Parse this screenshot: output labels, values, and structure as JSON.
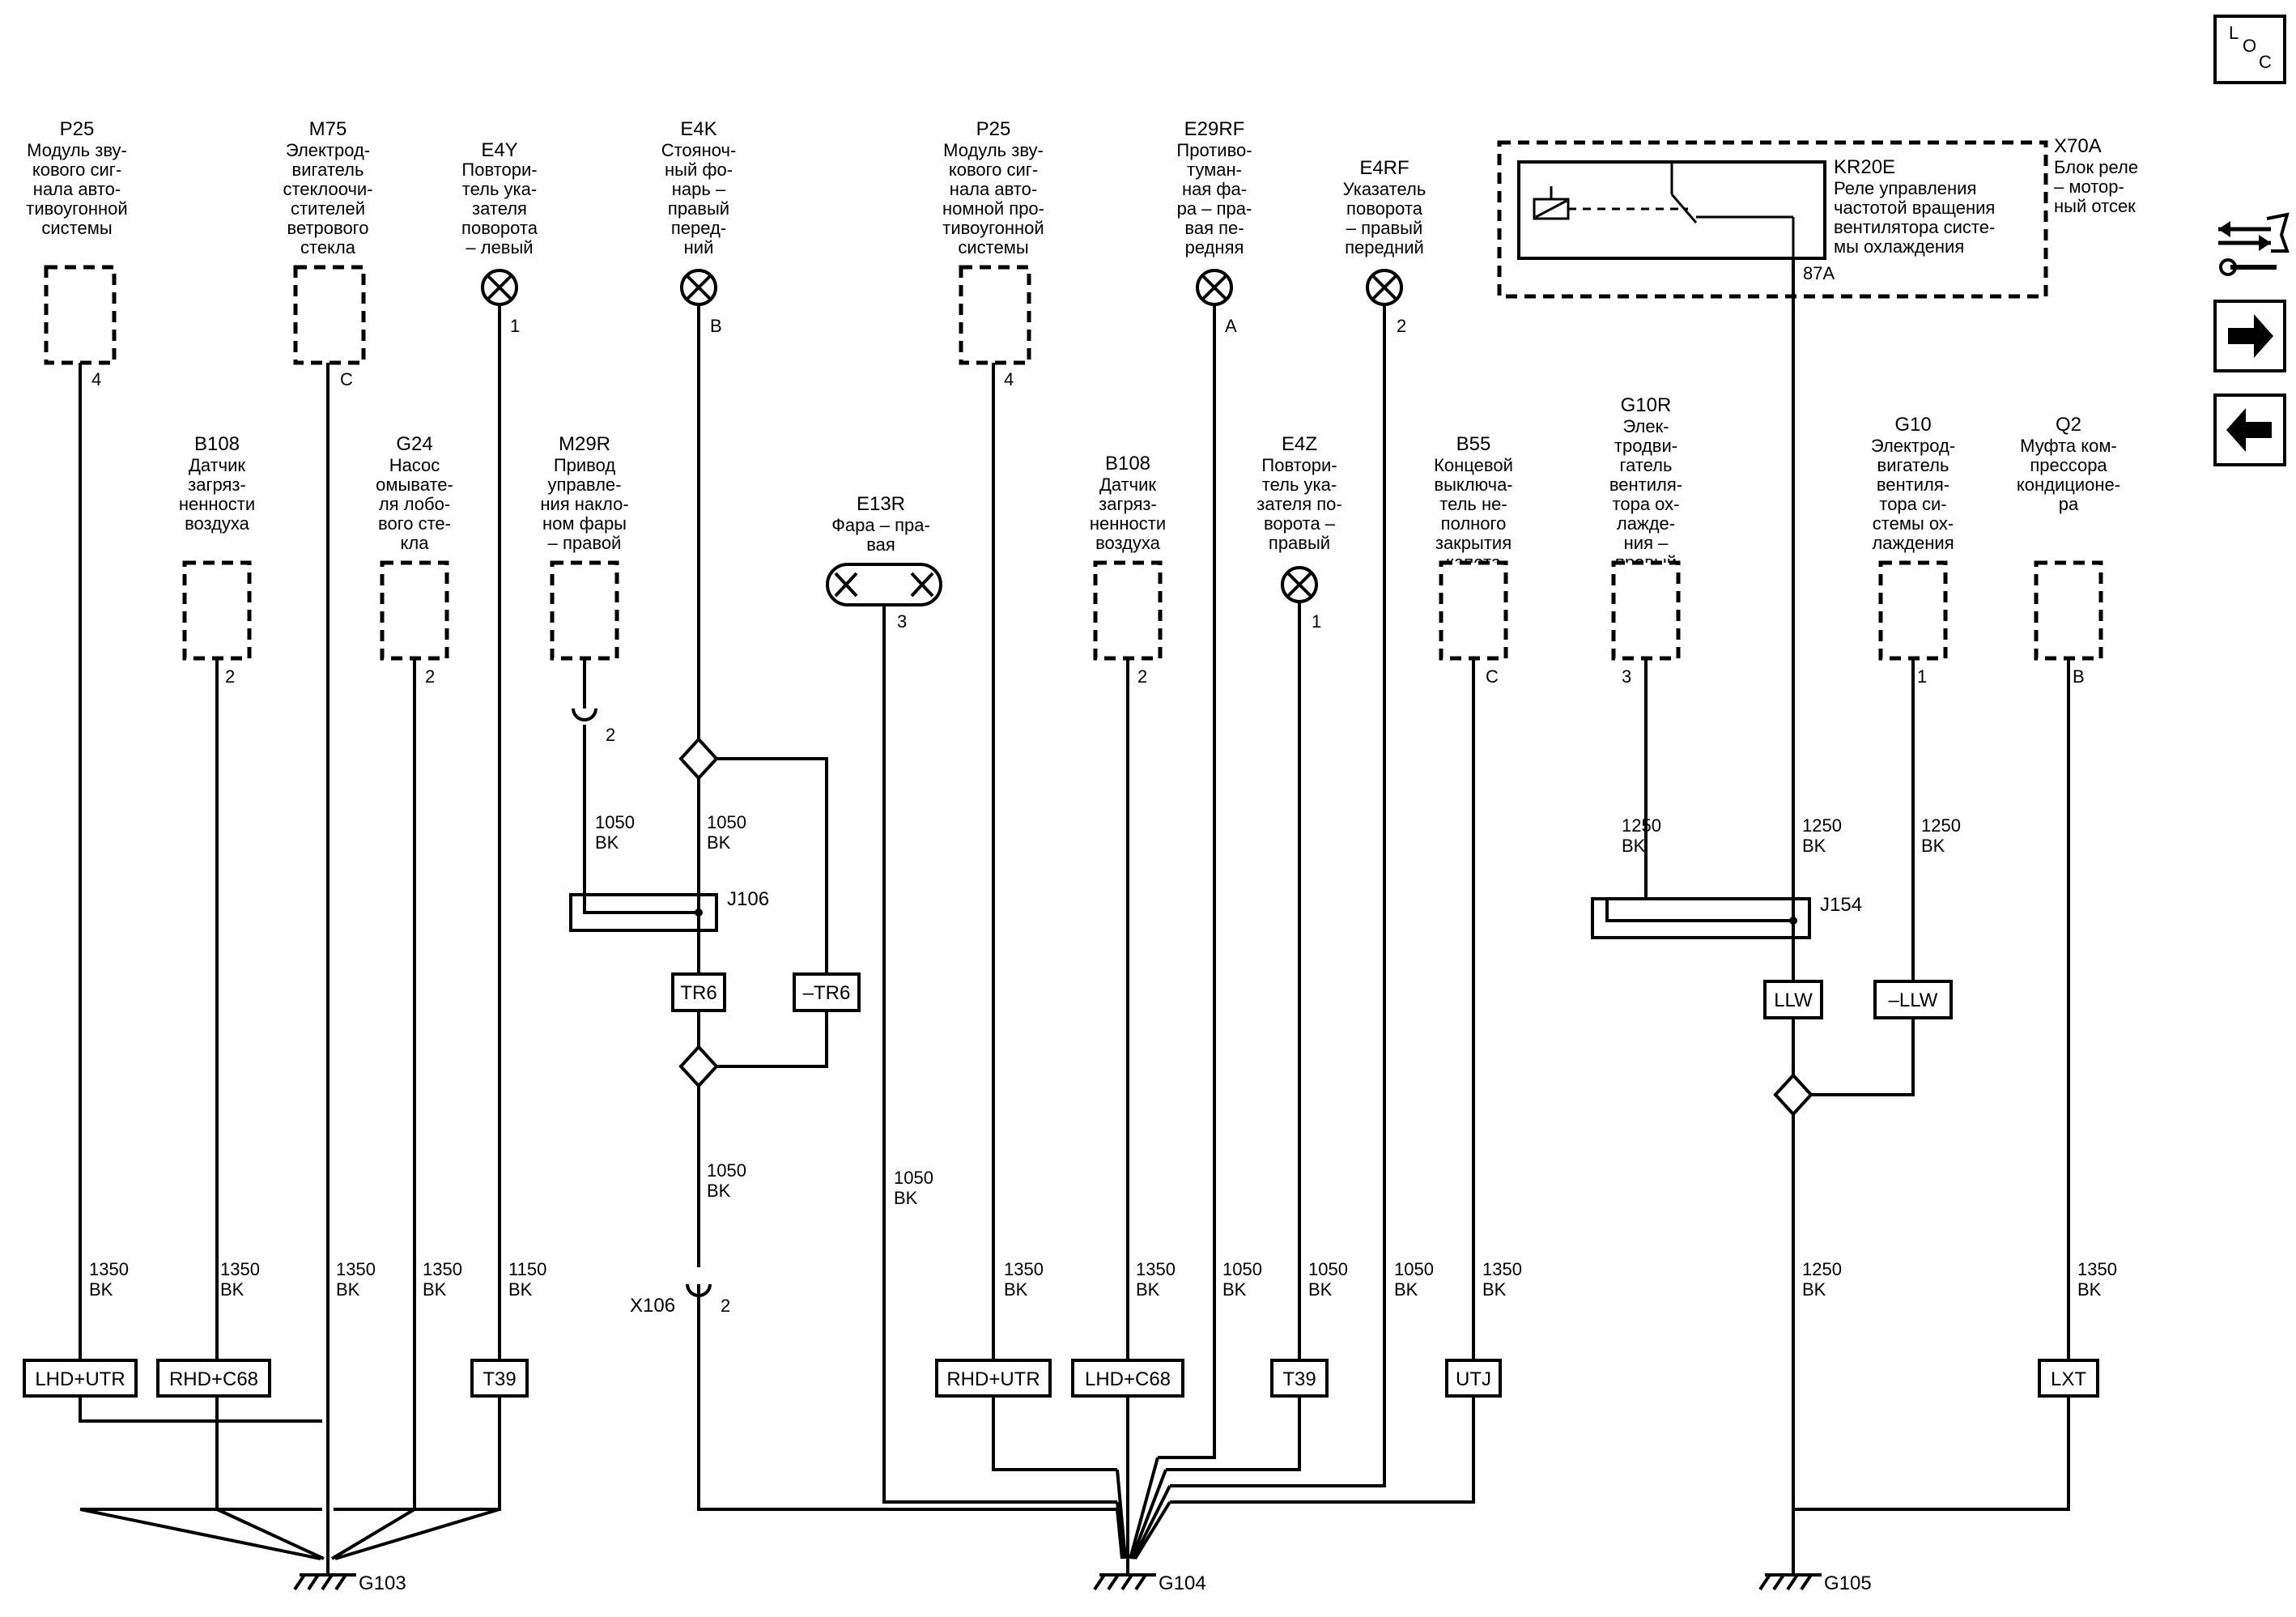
{
  "components": {
    "p25_left": {
      "id": "P25",
      "lines": [
        "Модуль зву-",
        "кового сиг-",
        "нала авто-",
        "тивоугонной",
        "системы"
      ],
      "pin": "4"
    },
    "m75": {
      "id": "M75",
      "lines": [
        "Электрод-",
        "вигатель",
        "стеклоочи-",
        "стителей",
        "ветрового",
        "стекла"
      ],
      "pin": "C"
    },
    "e4y": {
      "id": "E4Y",
      "lines": [
        "Повтори-",
        "тель ука-",
        "зателя",
        "поворота",
        "– левый"
      ],
      "pin": "1"
    },
    "e4k": {
      "id": "E4K",
      "lines": [
        "Стояноч-",
        "ный фо-",
        "нарь –",
        "правый",
        "перед-",
        "ний"
      ],
      "pin": "B"
    },
    "p25_right": {
      "id": "P25",
      "lines": [
        "Модуль зву-",
        "кового сиг-",
        "нала авто-",
        "номной про-",
        "тивоугонной",
        "системы"
      ],
      "pin": "4"
    },
    "e29rf": {
      "id": "E29RF",
      "lines": [
        "Противо-",
        "туман-",
        "ная фа-",
        "ра – пра-",
        "вая пе-",
        "редняя"
      ],
      "pin": "A"
    },
    "e4rf": {
      "id": "E4RF",
      "lines": [
        "Указатель",
        "поворота",
        "– правый",
        "передний"
      ],
      "pin": "2"
    },
    "kr20e": {
      "id": "KR20E",
      "lines": [
        "Реле управления",
        "частотой вращения",
        "вентилятора систе-",
        "мы охлаждения"
      ],
      "pin": "87A"
    },
    "x70a": {
      "id": "X70A",
      "lines": [
        "Блок реле",
        "– мотор-",
        "ный отсек"
      ]
    },
    "b108_left": {
      "id": "B108",
      "lines": [
        "Датчик",
        "загряз-",
        "ненности",
        "воздуха"
      ],
      "pin": "2"
    },
    "g24": {
      "id": "G24",
      "lines": [
        "Насос",
        "омывате-",
        "ля лобо-",
        "вого сте-",
        "кла"
      ],
      "pin": "2"
    },
    "m29r": {
      "id": "M29R",
      "lines": [
        "Привод",
        "управле-",
        "ния накло-",
        "ном фары",
        "– правой"
      ],
      "pin": "2"
    },
    "e13r": {
      "id": "E13R",
      "lines": [
        "Фара – пра-",
        "вая"
      ],
      "pin": "3"
    },
    "b108_right": {
      "id": "B108",
      "lines": [
        "Датчик",
        "загряз-",
        "ненности",
        "воздуха"
      ],
      "pin": "2"
    },
    "e4z": {
      "id": "E4Z",
      "lines": [
        "Повтори-",
        "тель ука-",
        "зателя по-",
        "ворота –",
        "правый"
      ],
      "pin": "1"
    },
    "b55": {
      "id": "B55",
      "lines": [
        "Концевой",
        "выключа-",
        "тель не-",
        "полного",
        "закрытия",
        "капота"
      ],
      "pin": "C"
    },
    "g10r": {
      "id": "G10R",
      "lines": [
        "Элек-",
        "тродви-",
        "гатель",
        "вентиля-",
        "тора ох-",
        "лажде-",
        "ния –",
        "правый"
      ],
      "pin": "3"
    },
    "g10": {
      "id": "G10",
      "lines": [
        "Электрод-",
        "вигатель",
        "вентиля-",
        "тора си-",
        "стемы ох-",
        "лаждения"
      ],
      "pin": "1"
    },
    "q2": {
      "id": "Q2",
      "lines": [
        "Муфта ком-",
        "прессора",
        "кондиционе-",
        "ра"
      ],
      "pin": "B"
    }
  },
  "wires": {
    "w1350": [
      "1350",
      "BK"
    ],
    "w1150": [
      "1150",
      "BK"
    ],
    "w1050": [
      "1050",
      "BK"
    ],
    "w1250": [
      "1250",
      "BK"
    ]
  },
  "options": {
    "lhd_utr": "LHD+UTR",
    "rhd_c68": "RHD+C68",
    "t39": "T39",
    "tr6": "TR6",
    "not_tr6": "–TR6",
    "rhd_utr": "RHD+UTR",
    "lhd_c68": "LHD+C68",
    "utj": "UTJ",
    "llw": "LLW",
    "not_llw": "–LLW",
    "lxt": "LXT"
  },
  "splices": {
    "j106": "J106",
    "j154": "J154"
  },
  "connector": {
    "id": "X106",
    "pin": "2"
  },
  "grounds": {
    "g103": "G103",
    "g104": "G104",
    "g105": "G105"
  },
  "nav": {
    "loc_l": "L",
    "loc_o": "O",
    "loc_c": "C"
  }
}
